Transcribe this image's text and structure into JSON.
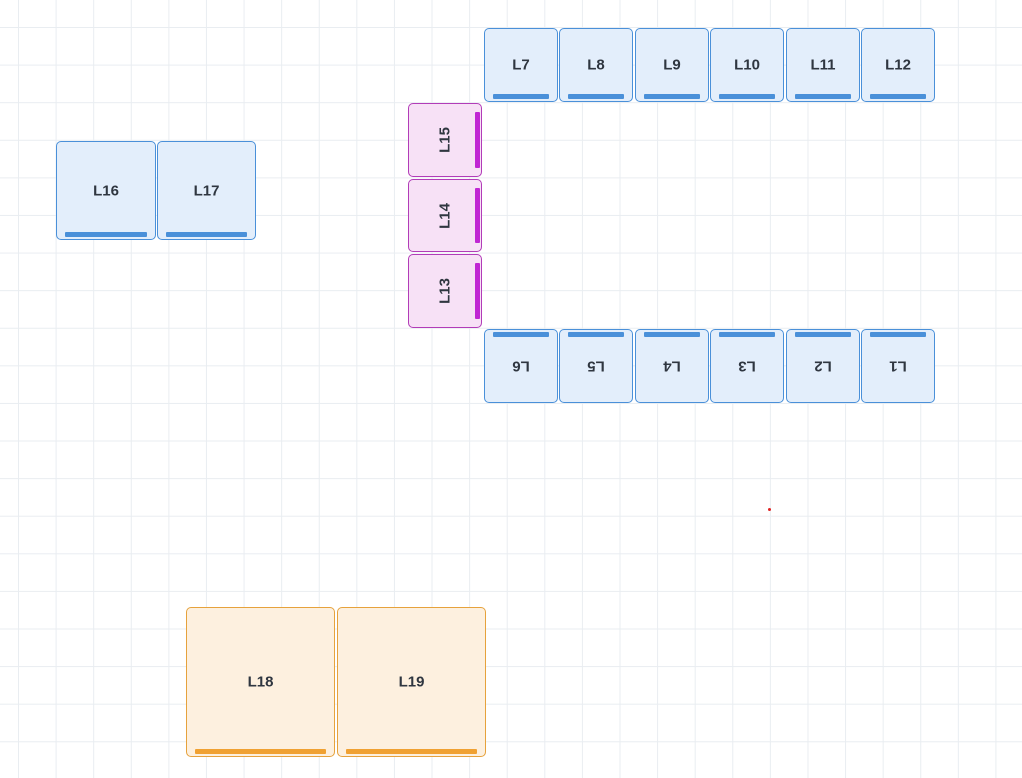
{
  "tiles": {
    "l1": "L1",
    "l2": "L2",
    "l3": "L3",
    "l4": "L4",
    "l5": "L5",
    "l6": "L6",
    "l7": "L7",
    "l8": "L8",
    "l9": "L9",
    "l10": "L10",
    "l11": "L11",
    "l12": "L12",
    "l13": "L13",
    "l14": "L14",
    "l15": "L15",
    "l16": "L16",
    "l17": "L17",
    "l18": "L18",
    "l19": "L19"
  },
  "colors": {
    "blue_fill": "#e3eefb",
    "blue_accent": "#4a90d9",
    "magenta_fill": "#f7e1f6",
    "magenta_accent": "#c026d3",
    "orange_fill": "#fdf0df",
    "orange_accent": "#f0a132",
    "marker": "#e02020"
  }
}
